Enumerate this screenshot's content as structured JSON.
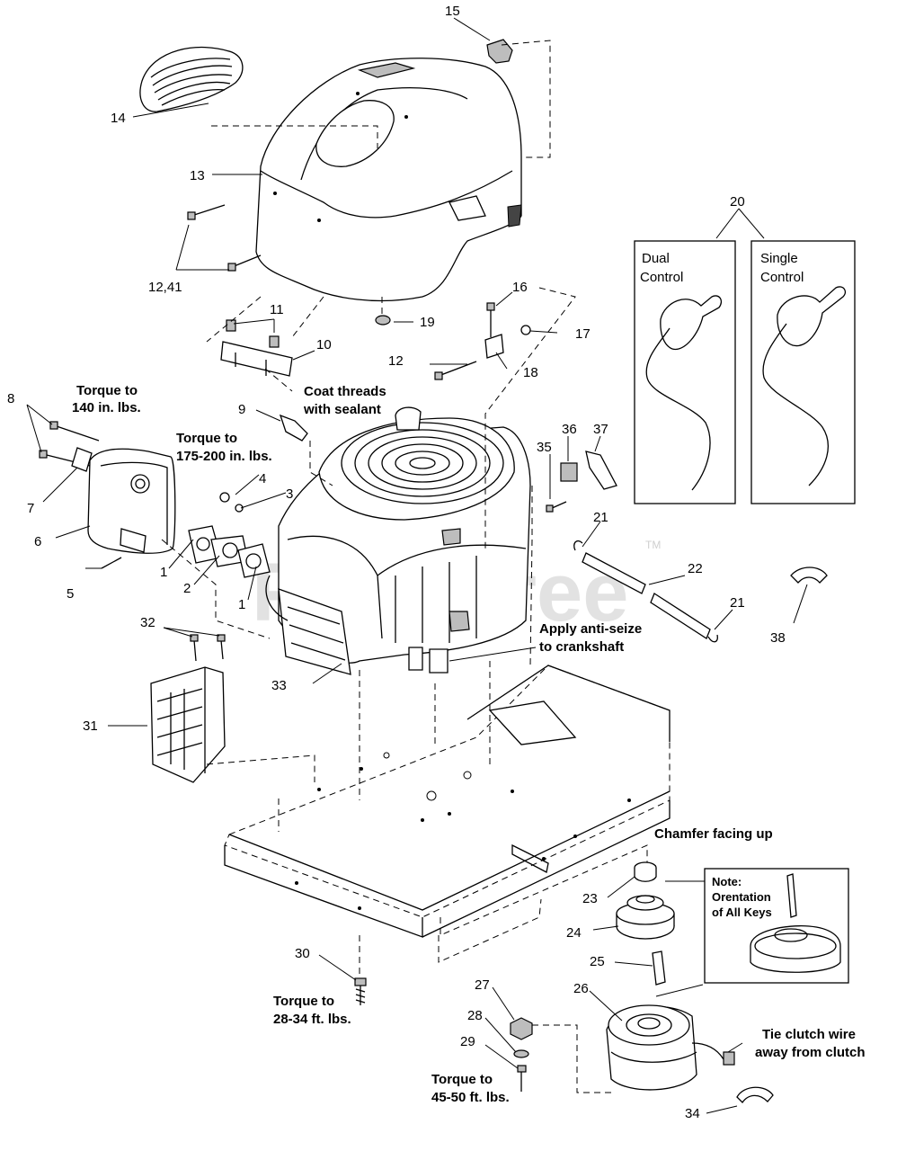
{
  "watermark": {
    "text": "PartsTree",
    "tm": "TM"
  },
  "callouts": {
    "c15": "15",
    "c14": "14",
    "c13": "13",
    "c1241": "12,41",
    "c11": "11",
    "c10": "10",
    "c19": "19",
    "c16": "16",
    "c17": "17",
    "c12": "12",
    "c18": "18",
    "c20": "20",
    "c9": "9",
    "c8": "8",
    "c7": "7",
    "c6": "6",
    "c5": "5",
    "c4": "4",
    "c3": "3",
    "c1a": "1",
    "c2": "2",
    "c1b": "1",
    "c36": "36",
    "c37": "37",
    "c35": "35",
    "c21a": "21",
    "c22": "22",
    "c21b": "21",
    "c38": "38",
    "c32": "32",
    "c31": "31",
    "c33": "33",
    "c23": "23",
    "c24": "24",
    "c25": "25",
    "c30": "30",
    "c27": "27",
    "c26": "26",
    "c28": "28",
    "c29": "29",
    "c34": "34"
  },
  "notes": {
    "torque140_1": "Torque to",
    "torque140_2": "140 in. lbs.",
    "coat_1": "Coat threads",
    "coat_2": "with sealant",
    "torque175_1": "Torque to",
    "torque175_2": "175-200 in. lbs.",
    "antiseize_1": "Apply anti-seize",
    "antiseize_2": "to crankshaft",
    "chamfer": "Chamfer facing up",
    "keys_1": "Note:",
    "keys_2": "Orentation",
    "keys_3": "of All Keys",
    "torque28_1": "Torque to",
    "torque28_2": "28-34 ft. lbs.",
    "torque45_1": "Torque to",
    "torque45_2": "45-50 ft. lbs.",
    "tie_1": "Tie clutch wire",
    "tie_2": "away from clutch"
  },
  "panels": {
    "dual_1": "Dual",
    "dual_2": "Control",
    "single_1": "Single",
    "single_2": "Control"
  }
}
